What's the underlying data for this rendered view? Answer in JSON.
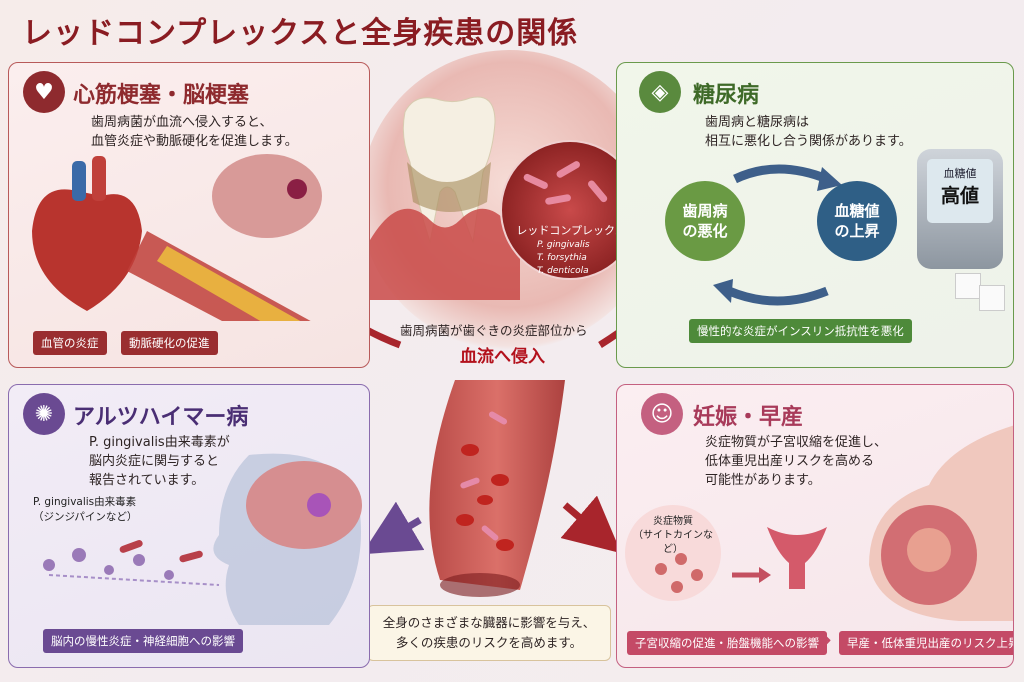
{
  "title": "レッドコンプレックスと全身疾患の関係",
  "center": {
    "zoom_title": "レッドコンプレックス",
    "species": [
      "P. gingivalis",
      "T. forsythia",
      "T. denticola"
    ],
    "invade_text": "歯周病菌が歯ぐきの炎症部位から",
    "invade_highlight": "血流へ侵入",
    "summary_line1": "全身のさまざまな臓器に影響を与え、",
    "summary_line2": "多くの疾患のリスクを高めます。"
  },
  "heart": {
    "title": "心筋梗塞・脳梗塞",
    "text_line1": "歯周病菌が血流へ侵入すると、",
    "text_line2": "血管炎症や動脈硬化を促進します。",
    "badge1": "血管の炎症",
    "badge2": "動脈硬化の促進",
    "color": "#8e2a2e"
  },
  "diabetes": {
    "title": "糖尿病",
    "text_line1": "歯周病と糖尿病は",
    "text_line2": "相互に悪化し合う関係があります。",
    "node1_line1": "歯周病",
    "node1_line2": "の悪化",
    "node2_line1": "血糖値",
    "node2_line2": "の上昇",
    "meter_label": "血糖値",
    "meter_value": "高値",
    "badge": "慢性的な炎症がインスリン抵抗性を悪化",
    "color": "#5a8a3e"
  },
  "alzheimer": {
    "title": "アルツハイマー病",
    "text_line1": "P. gingivalis由来毒素が",
    "text_line2": "脳内炎症に関与すると",
    "text_line3": "報告されています。",
    "toxin_line1": "P. gingivalis由来毒素",
    "toxin_line2": "（ジンジパインなど）",
    "badge": "脳内の慢性炎症・神経細胞への影響",
    "color": "#6a4a92"
  },
  "pregnancy": {
    "title": "妊娠・早産",
    "text_line1": "炎症物質が子宮収縮を促進し、",
    "text_line2": "低体重児出産リスクを高める",
    "text_line3": "可能性があります。",
    "cytokine_line1": "炎症物質",
    "cytokine_line2": "（サイトカインなど）",
    "badge1": "子宮収縮の促進・胎盤機能への影響",
    "badge2": "早産・低体重児出産のリスク上昇",
    "color": "#b24866"
  }
}
